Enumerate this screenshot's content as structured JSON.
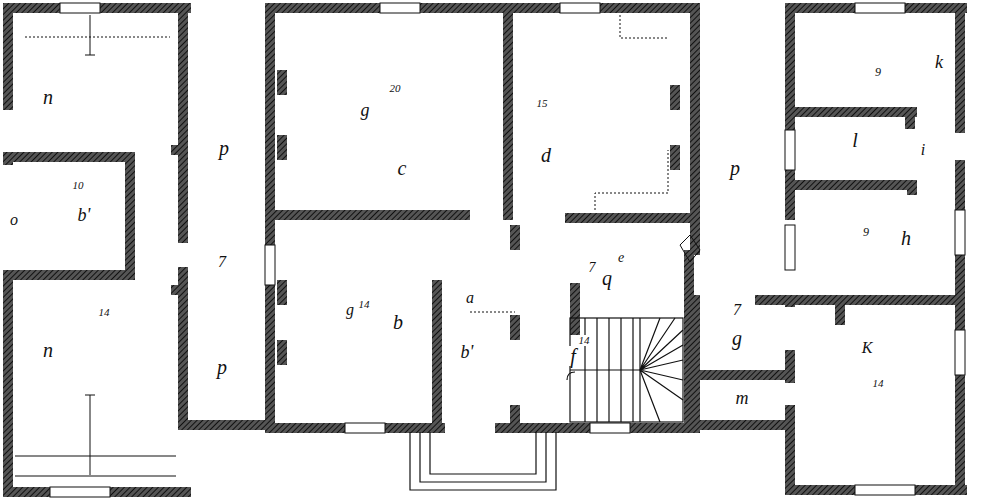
{
  "diagram": {
    "labels": [
      "n",
      "10",
      "b'",
      "o",
      "14",
      "n",
      "p",
      "7",
      "p",
      "20",
      "g",
      "c",
      "15",
      "d",
      "g",
      "14",
      "b",
      "a",
      "b'",
      "e",
      "q",
      "7",
      "f",
      "14",
      "7",
      "g",
      "p",
      "m",
      "k",
      "9",
      "l",
      "i",
      "9",
      "h",
      "K",
      "14"
    ]
  }
}
